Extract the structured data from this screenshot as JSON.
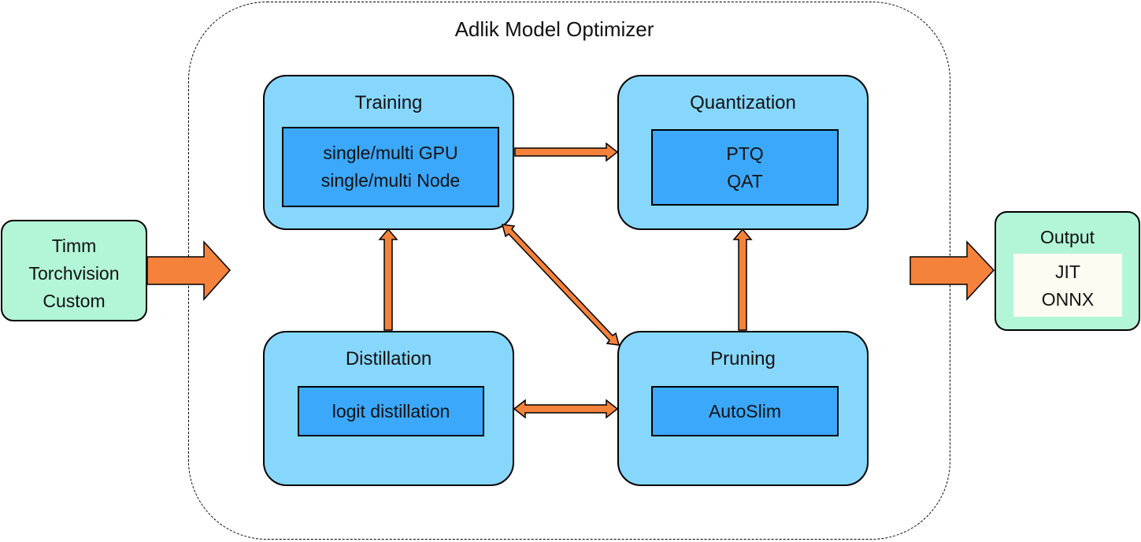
{
  "title": "Adlik Model Optimizer",
  "input": {
    "lines": [
      "Timm",
      "Torchvision",
      "Custom"
    ]
  },
  "modules": {
    "training": {
      "title": "Training",
      "lines": [
        "single/multi GPU",
        "single/multi Node"
      ]
    },
    "quantization": {
      "title": "Quantization",
      "lines": [
        "PTQ",
        "QAT"
      ]
    },
    "distillation": {
      "title": "Distillation",
      "lines": [
        "logit distillation"
      ]
    },
    "pruning": {
      "title": "Pruning",
      "lines": [
        "AutoSlim"
      ]
    }
  },
  "output": {
    "title": "Output",
    "lines": [
      "JIT",
      "ONNX"
    ]
  },
  "colors": {
    "module_fill": "#87d7fd",
    "inner_fill": "#3ba8fb",
    "io_fill": "#b2f6d7",
    "arrow_fill": "#f4823b"
  }
}
